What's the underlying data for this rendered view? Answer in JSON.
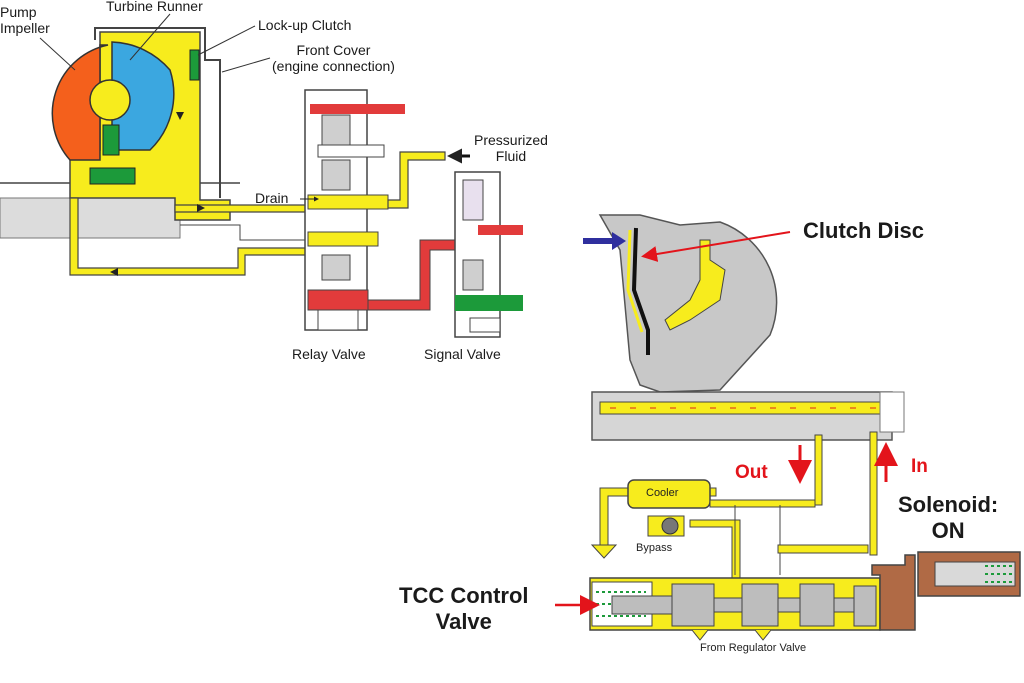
{
  "diagram": {
    "top_left": {
      "pump_impeller": "Pump\nImpeller",
      "turbine_runner": "Turbine Runner",
      "lockup_clutch": "Lock-up Clutch",
      "front_cover": "Front Cover\n(engine connection)",
      "pressurized_fluid": "Pressurized\nFluid",
      "drain": "Drain",
      "relay_valve": "Relay Valve",
      "signal_valve": "Signal Valve"
    },
    "bottom_right": {
      "clutch_disc": "Clutch Disc",
      "out": "Out",
      "in": "In",
      "cooler": "Cooler",
      "bypass": "Bypass",
      "solenoid": "Solenoid:\nON",
      "tcc_control_valve": "TCC Control\nValve",
      "from_regulator_valve": "From Regulator Valve"
    },
    "colors": {
      "fluid": "#f7ec1d",
      "pump": "#f4601c",
      "turbine": "#3ba7e0",
      "clutch": "#1c9a3a",
      "pressure": "#e23b3b",
      "housing": "#c8c8c8",
      "arrow_red": "#e3141b",
      "arrow_blue": "#2f2f9e",
      "solenoid": "#b06a45"
    }
  }
}
